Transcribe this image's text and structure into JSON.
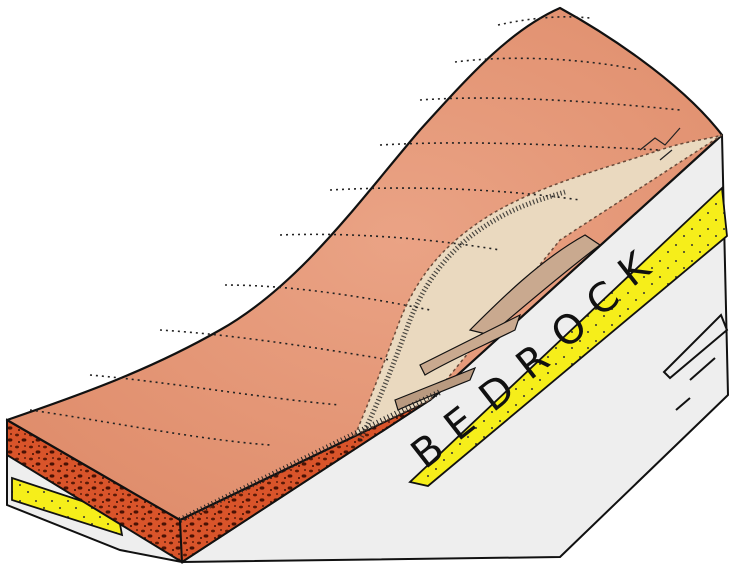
{
  "diagram": {
    "bedrock_label": {
      "letters": [
        "B",
        "E",
        "D",
        "R",
        "O",
        "C",
        "K"
      ]
    },
    "colors": {
      "surface_soil": "#e8997a",
      "soil_edge": "#d9542a",
      "bedrock": "#eeeeee",
      "sandstone_bed": "#f6ee1a",
      "slide_debris": "#ead9bf",
      "slide_blocks": "#c9a98f",
      "outline": "#111111",
      "contour_line": "#222222"
    },
    "icons": [
      "landslide-scarp",
      "contour-lines",
      "block-diagram"
    ]
  }
}
